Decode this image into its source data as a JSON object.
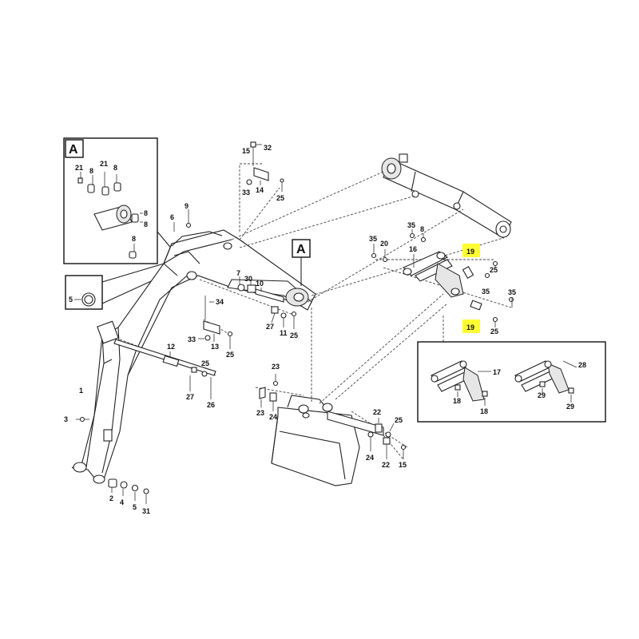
{
  "highlight_color": "#ffff33",
  "detail_label": "A",
  "labels": {
    "c32": "32",
    "c15": "15",
    "c33a": "33",
    "c14": "14",
    "c25a": "25",
    "c9": "9",
    "c6": "6",
    "c5": "5",
    "c7": "7",
    "c30": "30",
    "c10": "10",
    "c34": "34",
    "c27a": "27",
    "c11": "11",
    "c25b": "25",
    "c33b": "33",
    "c13": "13",
    "c25c": "25",
    "c12": "12",
    "c25d": "25",
    "c27b": "27",
    "c26": "26",
    "c1": "1",
    "c3": "3",
    "c2": "2",
    "c4": "4",
    "c5b": "5",
    "c31": "31",
    "c23a": "23",
    "c23b": "23",
    "c24a": "24",
    "c22a": "22",
    "c25e": "25",
    "c24b": "24",
    "c22b": "22",
    "c15b": "15",
    "c35a": "35",
    "c20": "20",
    "c35b": "35",
    "c8a": "8",
    "c16": "16",
    "c19a": "19",
    "c25f": "25",
    "c35c": "35",
    "c35d": "35",
    "c19b": "19",
    "c25g": "25",
    "c17": "17",
    "c18a": "18",
    "c18b": "18",
    "c28": "28",
    "c29a": "29",
    "c29b": "29",
    "in21a": "21",
    "in8a": "8",
    "in21b": "21",
    "in8b": "8",
    "in8c": "8",
    "in8d": "8",
    "in8e": "8"
  }
}
